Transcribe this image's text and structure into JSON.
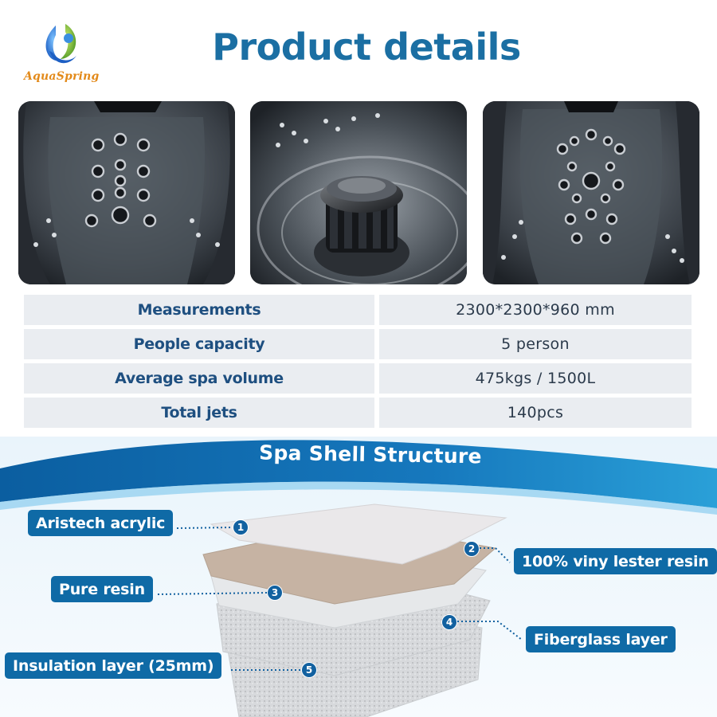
{
  "brand": {
    "logo_text": "AquaSpring",
    "colors": {
      "primary_blue": "#1b6fa3",
      "tag_blue": "#0f6aa6",
      "logo_orange": "#e38a1a",
      "logo_green": "#8cc63f"
    }
  },
  "header": {
    "title": "Product details"
  },
  "photos": [
    {
      "name": "seat-jets-photo",
      "icon": "spa-seat-jets"
    },
    {
      "name": "filter-cap-photo",
      "icon": "spa-filter-cap"
    },
    {
      "name": "lounger-jets-photo",
      "icon": "spa-lounger-jets"
    }
  ],
  "specs": [
    {
      "label": "Measurements",
      "value": "2300*2300*960 mm"
    },
    {
      "label": "People capacity",
      "value": "5 person"
    },
    {
      "label": "Average spa volume",
      "value": "475kgs / 1500L"
    },
    {
      "label": "Total jets",
      "value": "140pcs"
    }
  ],
  "structure": {
    "title": "Spa Shell Structure",
    "layers": [
      {
        "number": "1",
        "label": "Aristech acrylic"
      },
      {
        "number": "2",
        "label": "100% viny lester resin"
      },
      {
        "number": "3",
        "label": "Pure resin"
      },
      {
        "number": "4",
        "label": "Fiberglass layer"
      },
      {
        "number": "5",
        "label": "Insulation layer (25mm)"
      }
    ]
  }
}
